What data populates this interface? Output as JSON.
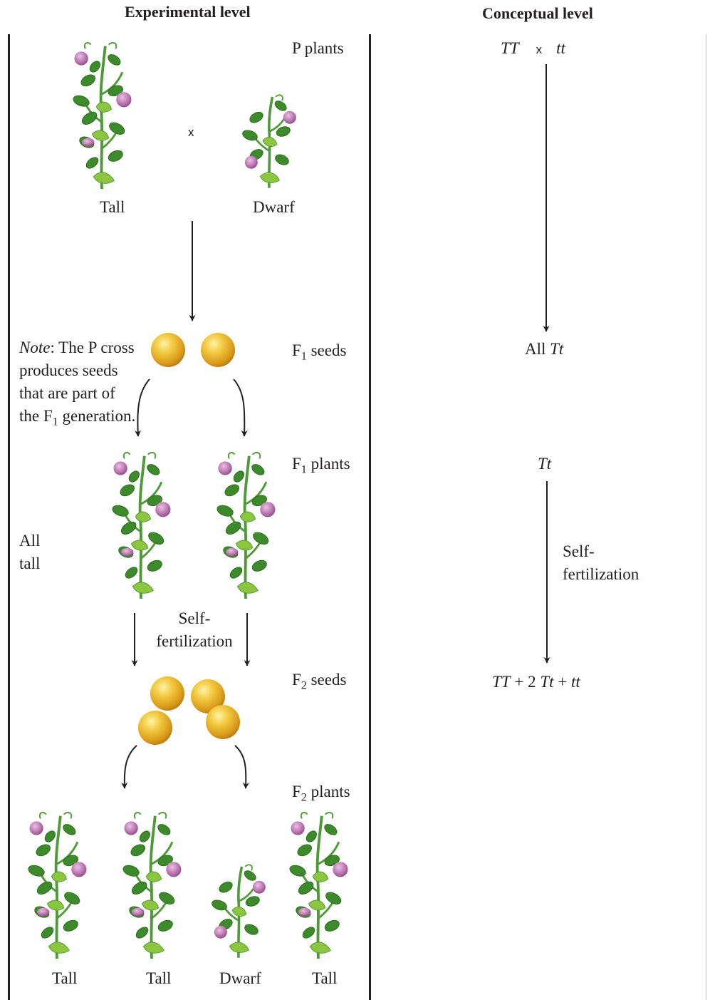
{
  "headers": {
    "experimental": "Experimental level",
    "conceptual": "Conceptual level"
  },
  "experimental": {
    "p_plants": "P plants",
    "cross": "x",
    "p_left": "Tall",
    "p_right": "Dwarf",
    "f1_seeds": {
      "base": "F",
      "sub": "1",
      "rest": " seeds"
    },
    "note": {
      "lead": "Note",
      "rest": ":  The P cross produces seeds that are part of the F",
      "sub": "1",
      "tail": " generation."
    },
    "f1_plants": {
      "base": "F",
      "sub": "1",
      "rest": " plants"
    },
    "all_tall": "All tall",
    "self_fert": "Self-fertilization",
    "f2_seeds": {
      "base": "F",
      "sub": "2",
      "rest": " seeds"
    },
    "f2_plants": {
      "base": "F",
      "sub": "2",
      "rest": " plants"
    },
    "f2_labels": [
      "Tall",
      "Tall",
      "Dwarf",
      "Tall"
    ]
  },
  "conceptual": {
    "p_left": "TT",
    "p_cross": "x",
    "p_right": "tt",
    "f1": {
      "lead": "All ",
      "genotype": "Tt"
    },
    "f1_plants": "Tt",
    "self_fert": "Self-fertilization",
    "f2": {
      "a": "TT",
      "b": " + 2 ",
      "c": "Tt",
      "d": " + ",
      "e": "tt"
    }
  },
  "colors": {
    "ink": "#231f20",
    "leaf": "#3d8a2b",
    "flower": "#b46aa8",
    "seed": "#e9b128"
  }
}
